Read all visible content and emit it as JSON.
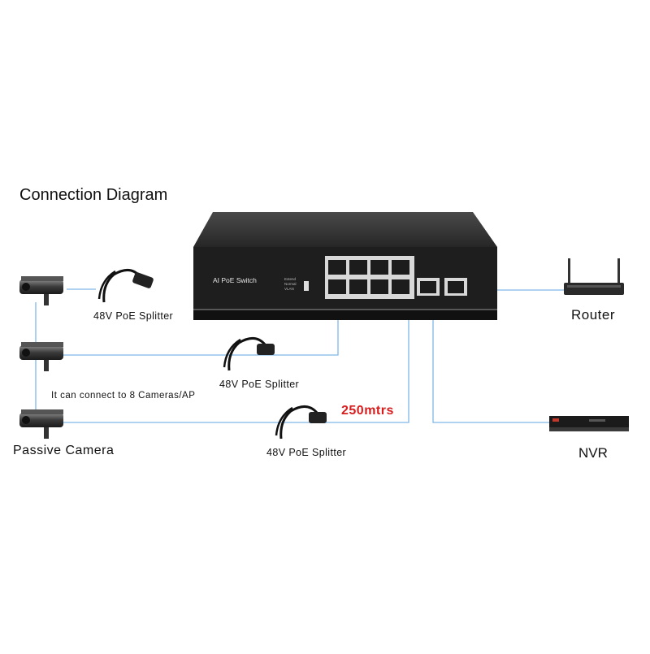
{
  "diagram": {
    "title": "Connection Diagram",
    "switch": {
      "brand_label": "AI PoE Switch",
      "mode_labels": [
        "Extend",
        "Normal",
        "VLAN"
      ]
    },
    "router": {
      "label": "Router"
    },
    "nvr": {
      "label": "NVR"
    },
    "camera": {
      "label": "Passive Camera"
    },
    "splitters": [
      "48V PoE Splitter",
      "48V PoE Splitter",
      "48V PoE Splitter"
    ],
    "note": "It can connect to 8 Cameras/AP",
    "distance": "250mtrs",
    "colors": {
      "cable": "#7fb6e6",
      "distance": "#d91c1c",
      "device": "#2b2b2b"
    }
  }
}
